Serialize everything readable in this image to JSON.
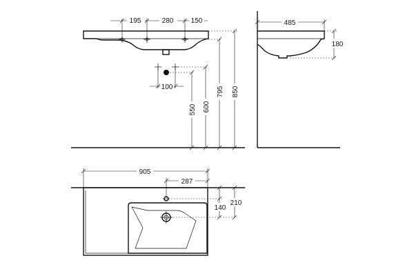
{
  "diagram": {
    "front_view": {
      "top_dimensions": [
        "195",
        "280",
        "150"
      ],
      "waste_spacing": "100",
      "heights": [
        "550",
        "600",
        "795",
        "850"
      ]
    },
    "side_view": {
      "depth": "485",
      "height": "180"
    },
    "top_view": {
      "width": "905",
      "tap_offset": "287",
      "depths": [
        "140",
        "210"
      ]
    }
  }
}
